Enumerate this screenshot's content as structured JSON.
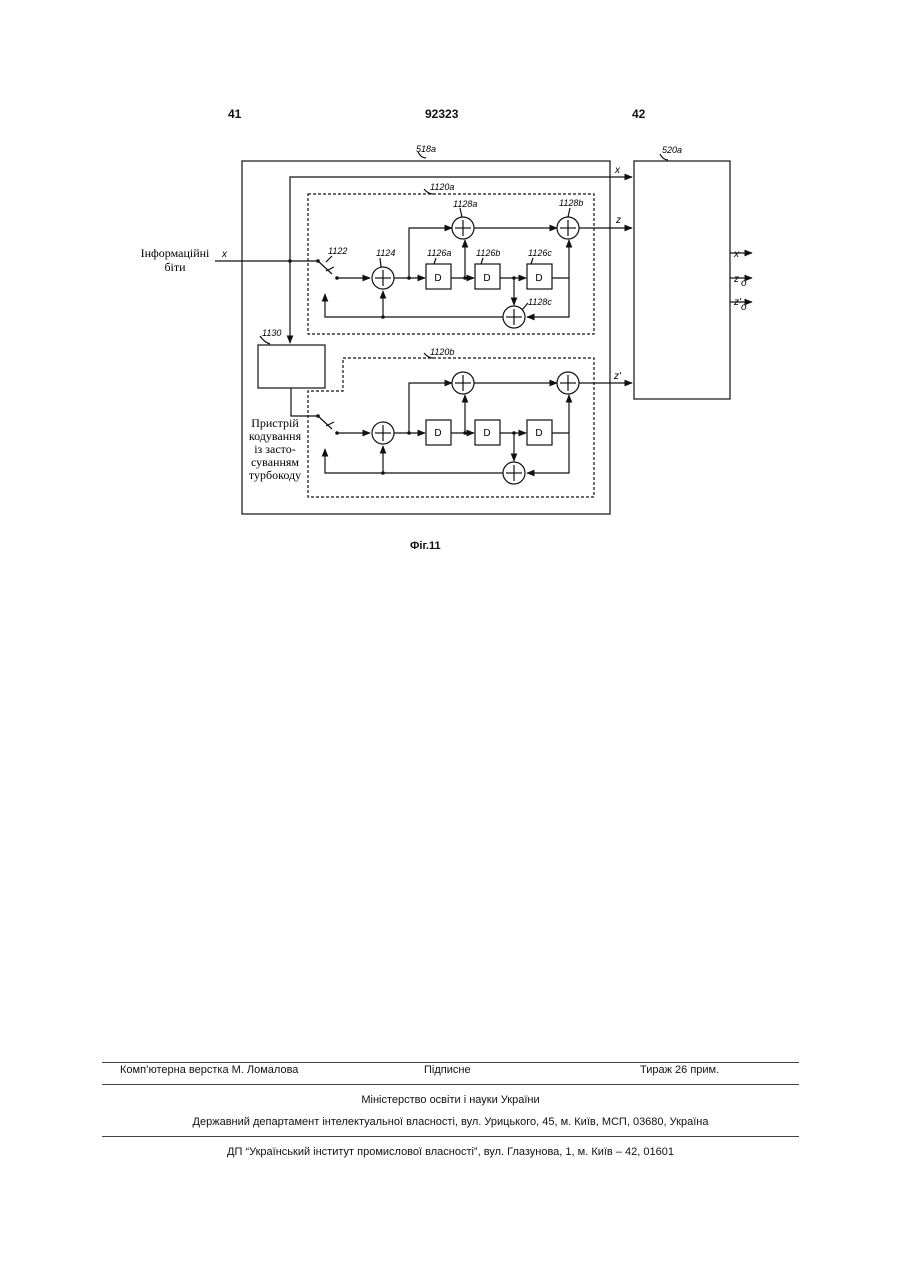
{
  "header": {
    "page_left": "41",
    "patent_number": "92323",
    "page_right": "42"
  },
  "figure": {
    "caption": "Фіг.11",
    "labels": {
      "encoder": "518a",
      "output_unit": "520a",
      "constituent_1": "1120a",
      "constituent_2": "1120b",
      "switch": "1122",
      "adder_in": "1124",
      "delay_a": "1126a",
      "delay_b": "1126b",
      "delay_c": "1126c",
      "adder_a": "1128a",
      "adder_b": "1128b",
      "adder_c": "1128c",
      "interleaver": "1130"
    },
    "delay_text": "D",
    "signals": {
      "x": "x",
      "z": "z",
      "z_prime": "z'",
      "out_x": "x",
      "out_zo": "z",
      "out_zo_prime": "z'",
      "sub_o": "o"
    },
    "input_label": [
      "Інформаційні",
      "біти"
    ],
    "device_label": [
      "Пристрій",
      "кодування",
      "із засто-",
      "суванням",
      "турбокоду"
    ]
  },
  "footer": {
    "left": "Комп’ютерна верстка М. Ломалова",
    "center": "Підписне",
    "right": "Тираж 26 прим.",
    "line2": "Міністерство освіти і науки України",
    "line3": "Державний департамент інтелектуальної власності, вул. Урицького, 45, м. Київ, МСП, 03680, Україна",
    "line4": "ДП “Український інститут промислової власності”, вул. Глазунова, 1, м. Київ – 42, 01601"
  }
}
